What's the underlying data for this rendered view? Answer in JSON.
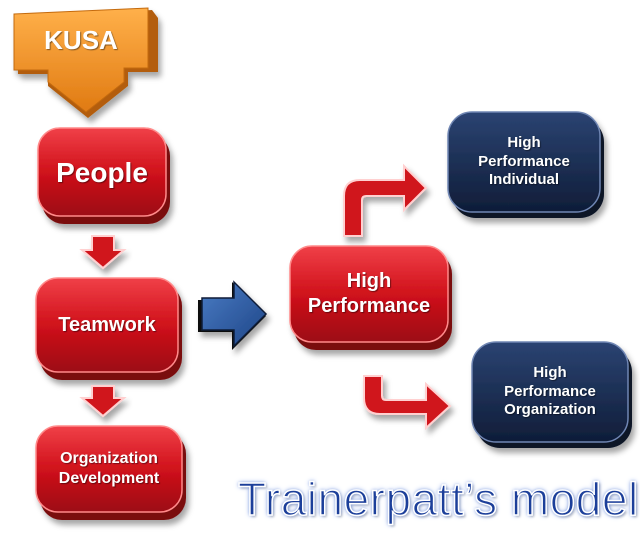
{
  "diagram": {
    "kusa": "KUSA",
    "people": "People",
    "teamwork": "Teamwork",
    "organization_development": "Organization\nDevelopment",
    "high_performance": "High\nPerformance",
    "hp_individual": "High\nPerformance\nIndividual",
    "hp_organization": "High\nPerformance\nOrganization",
    "model_title": "Trainerpatt’s model"
  },
  "colors": {
    "red_box": "#d0121b",
    "red_box_dark": "#7a0a0f",
    "navy_box": "#16284a",
    "orange_arrow": "#f5962a",
    "blue_arrow": "#2a5aa0",
    "title_blue": "#1c3f9a"
  }
}
